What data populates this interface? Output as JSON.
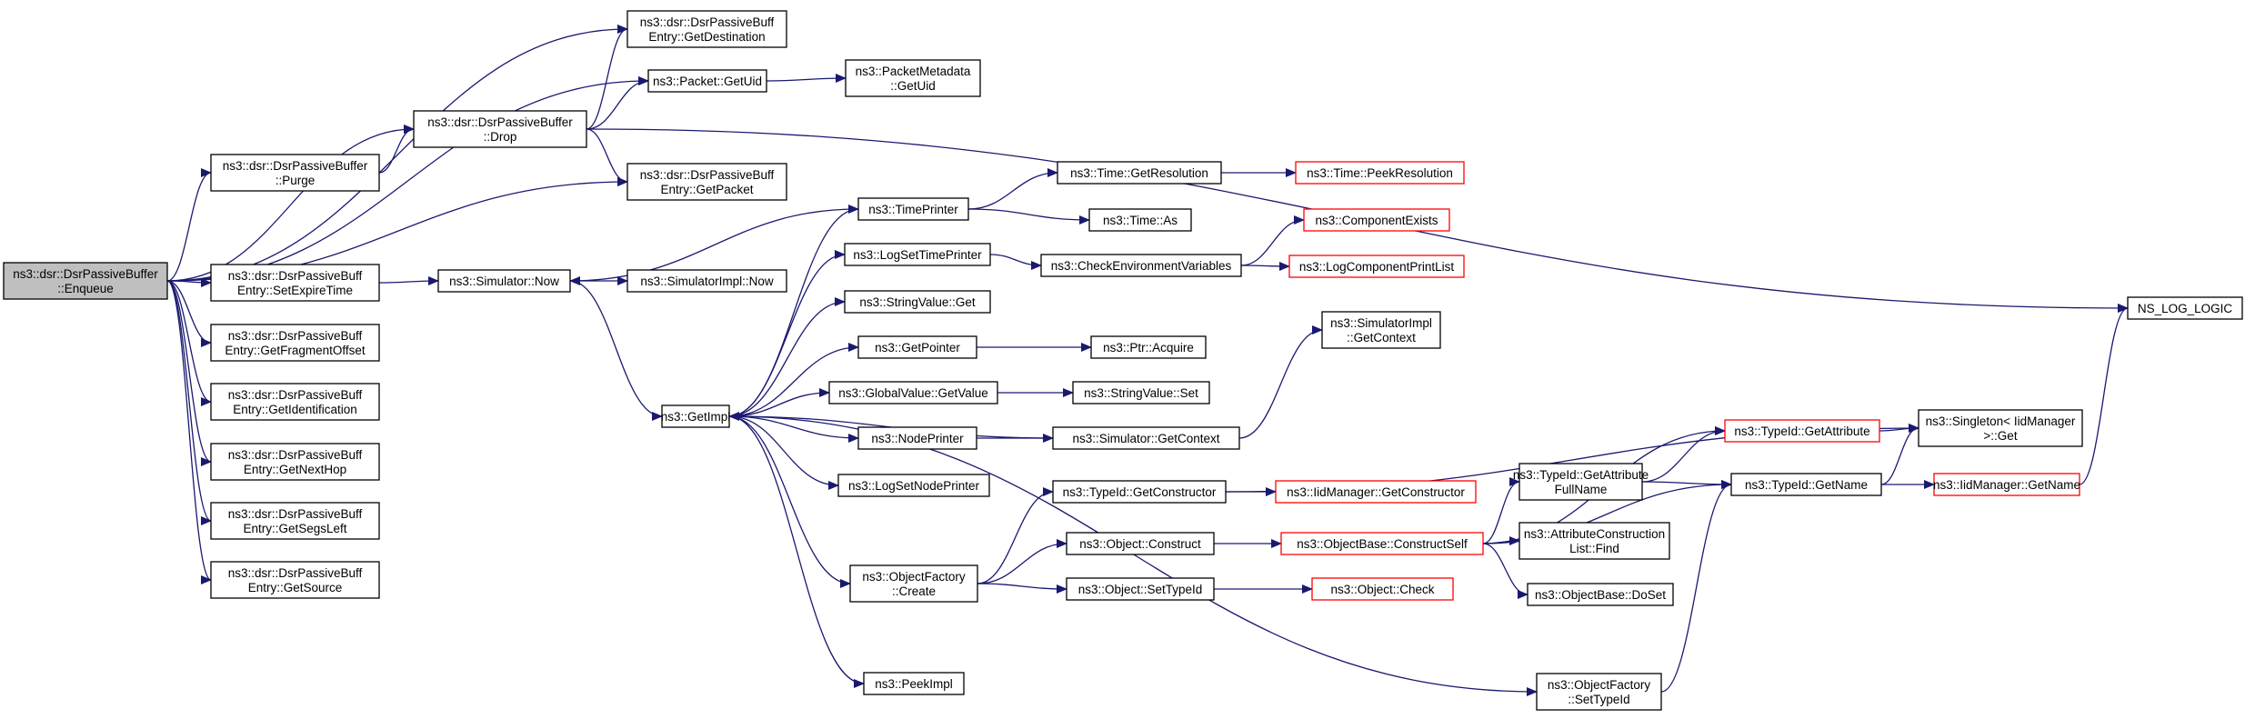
{
  "colors": {
    "edge": "#191970",
    "root_fill": "#bfbfbf",
    "highlight_border": "#ff0000",
    "node_border": "#000000"
  },
  "nodes": [
    {
      "id": "enqueue",
      "lines": [
        "ns3::dsr::DsrPassiveBuffer",
        "::Enqueue"
      ],
      "style": "root"
    },
    {
      "id": "getdest",
      "lines": [
        "ns3::dsr::DsrPassiveBuff",
        "Entry::GetDestination"
      ]
    },
    {
      "id": "pkt_getuid",
      "lines": [
        "ns3::Packet::GetUid"
      ]
    },
    {
      "id": "meta_getuid",
      "lines": [
        "ns3::PacketMetadata",
        "::GetUid"
      ]
    },
    {
      "id": "drop",
      "lines": [
        "ns3::dsr::DsrPassiveBuffer",
        "::Drop"
      ]
    },
    {
      "id": "purge",
      "lines": [
        "ns3::dsr::DsrPassiveBuffer",
        "::Purge"
      ]
    },
    {
      "id": "getpacket",
      "lines": [
        "ns3::dsr::DsrPassiveBuff",
        "Entry::GetPacket"
      ]
    },
    {
      "id": "setexpire",
      "lines": [
        "ns3::dsr::DsrPassiveBuff",
        "Entry::SetExpireTime"
      ]
    },
    {
      "id": "getfrag",
      "lines": [
        "ns3::dsr::DsrPassiveBuff",
        "Entry::GetFragmentOffset"
      ]
    },
    {
      "id": "getident",
      "lines": [
        "ns3::dsr::DsrPassiveBuff",
        "Entry::GetIdentification"
      ]
    },
    {
      "id": "getnexthop",
      "lines": [
        "ns3::dsr::DsrPassiveBuff",
        "Entry::GetNextHop"
      ]
    },
    {
      "id": "getsegs",
      "lines": [
        "ns3::dsr::DsrPassiveBuff",
        "Entry::GetSegsLeft"
      ]
    },
    {
      "id": "getsource",
      "lines": [
        "ns3::dsr::DsrPassiveBuff",
        "Entry::GetSource"
      ]
    },
    {
      "id": "sim_now",
      "lines": [
        "ns3::Simulator::Now"
      ]
    },
    {
      "id": "simimpl_now",
      "lines": [
        "ns3::SimulatorImpl::Now"
      ]
    },
    {
      "id": "getimpl",
      "lines": [
        "ns3::GetImpl"
      ]
    },
    {
      "id": "timeprinter",
      "lines": [
        "ns3::TimePrinter"
      ]
    },
    {
      "id": "time_getres",
      "lines": [
        "ns3::Time::GetResolution"
      ]
    },
    {
      "id": "time_peekres",
      "lines": [
        "ns3::Time::PeekResolution"
      ],
      "style": "red"
    },
    {
      "id": "time_as",
      "lines": [
        "ns3::Time::As"
      ]
    },
    {
      "id": "logsettime",
      "lines": [
        "ns3::LogSetTimePrinter"
      ]
    },
    {
      "id": "checkenv",
      "lines": [
        "ns3::CheckEnvironmentVariables"
      ]
    },
    {
      "id": "compexists",
      "lines": [
        "ns3::ComponentExists"
      ],
      "style": "red"
    },
    {
      "id": "logcompprint",
      "lines": [
        "ns3::LogComponentPrintList"
      ],
      "style": "red"
    },
    {
      "id": "stringvalue_get",
      "lines": [
        "ns3::StringValue::Get"
      ]
    },
    {
      "id": "getpointer",
      "lines": [
        "ns3::GetPointer"
      ]
    },
    {
      "id": "ptr_acquire",
      "lines": [
        "ns3::Ptr::Acquire"
      ]
    },
    {
      "id": "globalvalue",
      "lines": [
        "ns3::GlobalValue::GetValue"
      ]
    },
    {
      "id": "stringvalue_set",
      "lines": [
        "ns3::StringValue::Set"
      ]
    },
    {
      "id": "nodeprinter",
      "lines": [
        "ns3::NodePrinter"
      ]
    },
    {
      "id": "sim_getctx",
      "lines": [
        "ns3::Simulator::GetContext"
      ]
    },
    {
      "id": "simimpl_getctx",
      "lines": [
        "ns3::SimulatorImpl",
        "::GetContext"
      ]
    },
    {
      "id": "logsetnode",
      "lines": [
        "ns3::LogSetNodePrinter"
      ]
    },
    {
      "id": "typeid_getctor",
      "lines": [
        "ns3::TypeId::GetConstructor"
      ]
    },
    {
      "id": "iidmgr_getctor",
      "lines": [
        "ns3::IidManager::GetConstructor"
      ],
      "style": "red"
    },
    {
      "id": "objfactory_create",
      "lines": [
        "ns3::ObjectFactory",
        "::Create"
      ]
    },
    {
      "id": "obj_construct",
      "lines": [
        "ns3::Object::Construct"
      ]
    },
    {
      "id": "objbase_constructself",
      "lines": [
        "ns3::ObjectBase::ConstructSelf"
      ],
      "style": "red"
    },
    {
      "id": "obj_settypeid",
      "lines": [
        "ns3::Object::SetTypeId"
      ]
    },
    {
      "id": "obj_check",
      "lines": [
        "ns3::Object::Check"
      ],
      "style": "red"
    },
    {
      "id": "peekimpl",
      "lines": [
        "ns3::PeekImpl"
      ]
    },
    {
      "id": "objfactory_settypeid",
      "lines": [
        "ns3::ObjectFactory",
        "::SetTypeId"
      ]
    },
    {
      "id": "typeid_getattr",
      "lines": [
        "ns3::TypeId::GetAttribute"
      ],
      "style": "red"
    },
    {
      "id": "typeid_getattrfull",
      "lines": [
        "ns3::TypeId::GetAttribute",
        "FullName"
      ]
    },
    {
      "id": "attrconst_find",
      "lines": [
        "ns3::AttributeConstruction",
        "List::Find"
      ]
    },
    {
      "id": "objbase_doset",
      "lines": [
        "ns3::ObjectBase::DoSet"
      ]
    },
    {
      "id": "typeid_getname",
      "lines": [
        "ns3::TypeId::GetName"
      ]
    },
    {
      "id": "singleton_get",
      "lines": [
        "ns3::Singleton< IidManager",
        ">::Get"
      ]
    },
    {
      "id": "iidmgr_getname",
      "lines": [
        "ns3::IidManager::GetName"
      ],
      "style": "red"
    },
    {
      "id": "ns_log_logic",
      "lines": [
        "NS_LOG_LOGIC"
      ]
    }
  ]
}
